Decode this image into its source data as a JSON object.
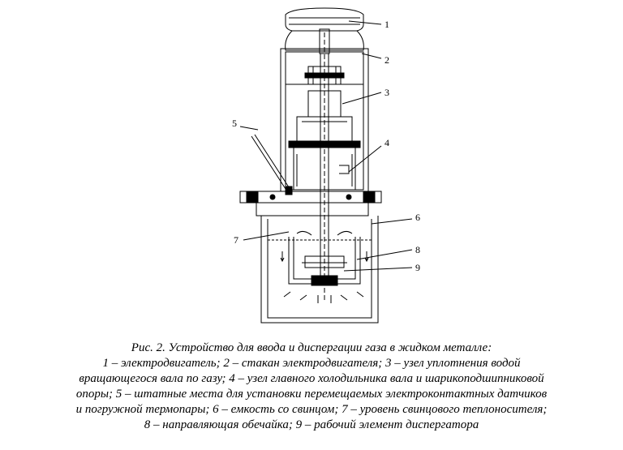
{
  "figure": {
    "labels": [
      "1",
      "2",
      "3",
      "4",
      "5",
      "6",
      "7",
      "8",
      "9"
    ]
  },
  "caption": {
    "lines": [
      "Рис. 2. Устройство для ввода и диспергации газа в жидком металле:",
      "1 – электродвигатель; 2 – стакан электродвигателя; 3 – узел уплотнения водой",
      "вращающегося вала по газу; 4 – узел главного холодильника вала и шарикоподшипниковой",
      "опоры; 5 – штатные места для установки перемещаемых электроконтактных датчиков",
      "и погружной термопары; 6 – емкость со свинцом; 7 – уровень свинцового теплоносителя;",
      "8 – направляющая обечайка; 9 – рабочий элемент диспергатора"
    ]
  }
}
